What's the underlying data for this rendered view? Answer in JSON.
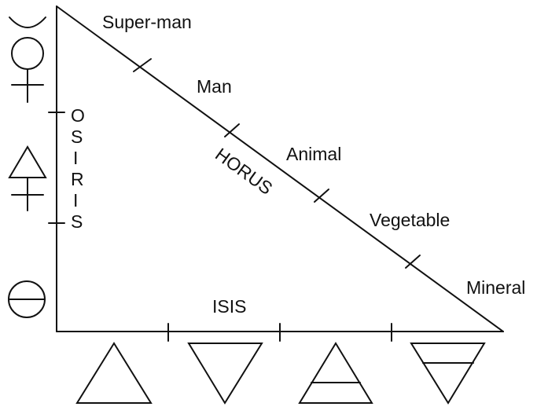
{
  "hypotenuse_labels": [
    "Super-man",
    "Man",
    "Animal",
    "Vegetable",
    "Mineral"
  ],
  "horus": "HORUS",
  "isis": "ISIS",
  "osiris": [
    "O",
    "S",
    "I",
    "R",
    "I",
    "S"
  ],
  "ink_color": "#111111",
  "left_symbols": [
    "mercury-symbol",
    "sulfur-symbol",
    "salt-symbol"
  ],
  "bottom_symbols": [
    "fire-triangle",
    "water-triangle",
    "air-triangle",
    "earth-triangle"
  ]
}
